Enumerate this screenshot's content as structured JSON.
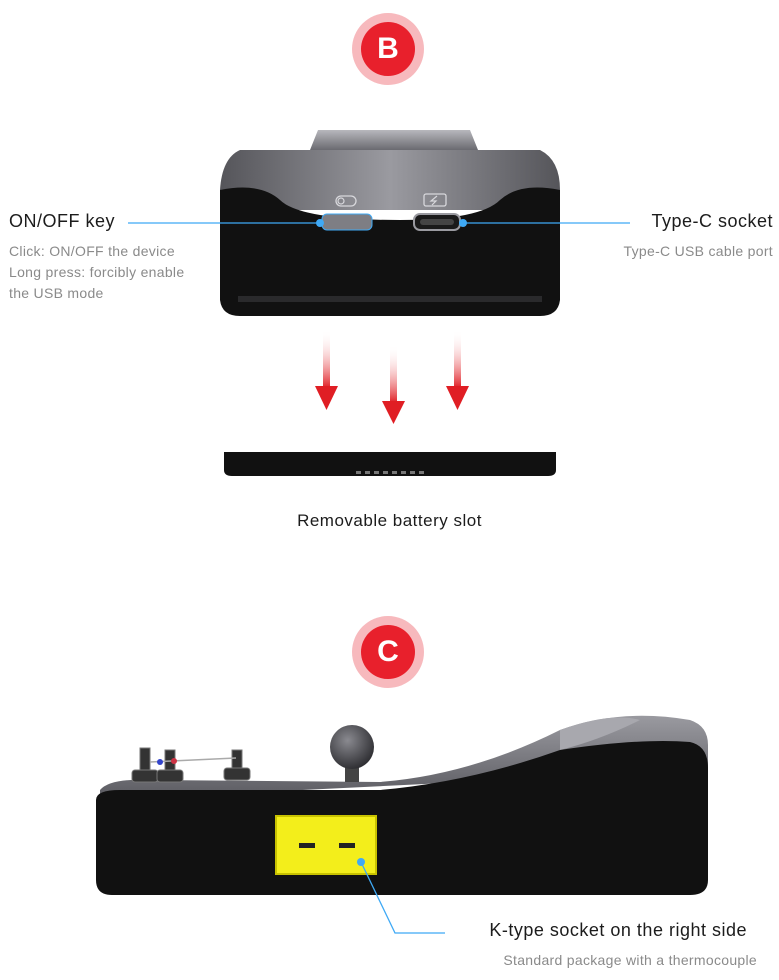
{
  "section_b": {
    "badge": "B",
    "onoff": {
      "title": "ON/OFF key",
      "desc_line1": "Click: ON/OFF the device",
      "desc_line2": "Long press: forcibly enable",
      "desc_line3": "the USB mode"
    },
    "typec": {
      "title": "Type-C socket",
      "desc": "Type-C USB cable port"
    },
    "battery_caption": "Removable battery slot"
  },
  "section_c": {
    "badge": "C",
    "ktype": {
      "title": "K-type socket on the right side",
      "desc": "Standard package with a thermocouple"
    }
  },
  "colors": {
    "badge_red": "#e8202c",
    "badge_ring": "#f7b9bd",
    "callout_blue": "#3fa9f5",
    "arrow_red": "#e01e24",
    "socket_yellow": "#f3ee1b",
    "device_black": "#111111",
    "device_gray": "#7a7a80"
  }
}
